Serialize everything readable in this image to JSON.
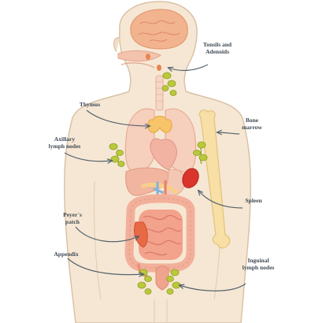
{
  "labels": {
    "tonsils": "Tonsils and\nAdenoids",
    "thymus": "Thymus",
    "bone_marrow": "Bone\nmarrow",
    "axillary": "Axillary\nlymph nodes",
    "spleen": "Spleen",
    "peyers": "Peyer´s\npatch",
    "appendix": "Appendix",
    "inguinal": "Inguinal\nlymph nodes"
  },
  "colors": {
    "skin": "#f6e7d4",
    "skin_outline": "#d9c2a7",
    "brain": "#f2b48f",
    "organ_pink": "#f6c3ab",
    "thymus": "#f7c46a",
    "spleen": "#d9352b",
    "bone": "#f7dfa6",
    "lymph_green": "#b9c93a",
    "intestine": "#f0a48f",
    "peyers": "#e86a45",
    "arrow": "#55636e"
  }
}
